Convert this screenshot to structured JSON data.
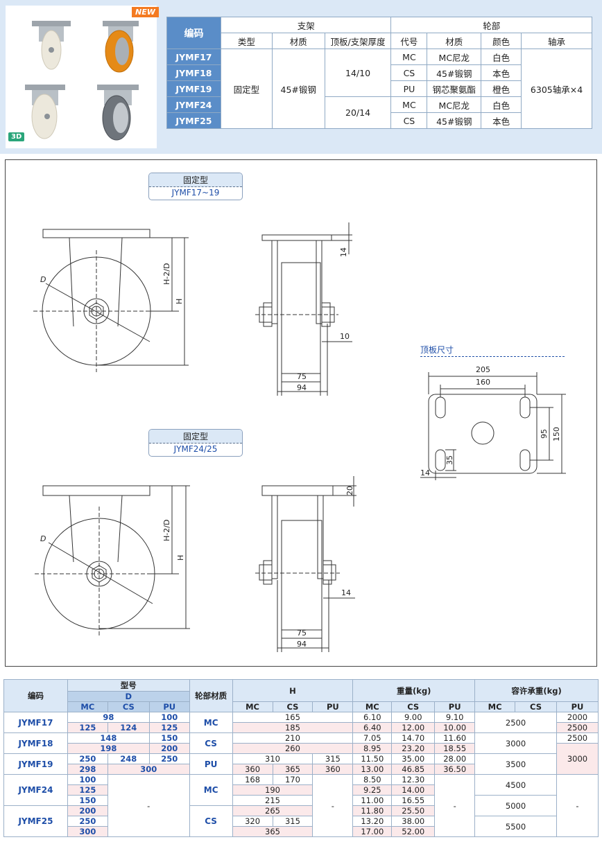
{
  "badges": {
    "new": "NEW",
    "three_d": "3D"
  },
  "spec": {
    "code_header": "编码",
    "bracket_header": "支架",
    "wheel_header": "轮部",
    "sub_headers": [
      "类型",
      "材质",
      "顶板/支架厚度",
      "代号",
      "材质",
      "颜色",
      "轴承"
    ],
    "codes": [
      "JYMF17",
      "JYMF18",
      "JYMF19",
      "JYMF24",
      "JYMF25"
    ],
    "type": "固定型",
    "material": "45#锻钢",
    "thickness_a": "14/10",
    "thickness_b": "20/14",
    "wheel_codes": [
      "MC",
      "CS",
      "PU",
      "MC",
      "CS"
    ],
    "wheel_materials": [
      "MC尼龙",
      "45#锻钢",
      "钢芯聚氨酯",
      "MC尼龙",
      "45#锻钢"
    ],
    "wheel_colors": [
      "白色",
      "本色",
      "橙色",
      "白色",
      "本色"
    ],
    "bearing": "6305轴承×4"
  },
  "drawing": {
    "tag1": {
      "title": "固定型",
      "sub": "JYMF17~19"
    },
    "tag2": {
      "title": "固定型",
      "sub": "JYMF24/25"
    },
    "plate_title": "顶板尺寸",
    "dims": {
      "d": "D",
      "h": "H",
      "h2d": "H-2/D",
      "d14": "14",
      "d10": "10",
      "d75": "75",
      "d94": "94",
      "d20": "20",
      "d14b": "14",
      "d75b": "75",
      "d94b": "94",
      "p205": "205",
      "p160": "160",
      "p95": "95",
      "p150": "150",
      "p35": "35",
      "p14": "14"
    }
  },
  "table": {
    "h_model": "型号",
    "h_code": "编码",
    "h_d": "D",
    "h_wheel": "轮部材质",
    "h_H": "H",
    "h_weight": "重量(kg)",
    "h_load": "容许承重(kg)",
    "sub": [
      "MC",
      "CS",
      "PU"
    ],
    "codes": [
      "JYMF17",
      "JYMF18",
      "JYMF19",
      "JYMF24",
      "JYMF25"
    ],
    "mats": [
      "MC",
      "CS",
      "PU",
      "MC",
      "CS"
    ],
    "dash": "-",
    "rows1": [
      {
        "d": [
          "98",
          "",
          "100"
        ],
        "dspan": "mc-cs"
      },
      {
        "d": [
          "125",
          "124",
          "125"
        ]
      },
      {
        "d": [
          "148",
          "",
          "150"
        ],
        "dspan": "mc-cs"
      },
      {
        "d": [
          "198",
          "",
          "200"
        ],
        "dspan": "mc-cs"
      },
      {
        "d": [
          "250",
          "248",
          "250"
        ]
      },
      {
        "d": [
          "298",
          "300",
          ""
        ],
        "dspan": "cs-pu"
      }
    ],
    "H1": [
      "165",
      "185",
      "210",
      "260",
      "310",
      "315",
      "360",
      "365",
      "360"
    ],
    "W1": [
      [
        "6.10",
        "9.00",
        "9.10"
      ],
      [
        "6.40",
        "12.00",
        "10.00"
      ],
      [
        "7.05",
        "14.70",
        "11.60"
      ],
      [
        "8.95",
        "23.20",
        "18.55"
      ],
      [
        "11.50",
        "35.00",
        "28.00"
      ],
      [
        "13.00",
        "46.85",
        "36.50"
      ]
    ],
    "L1": [
      "2500",
      "2000",
      "2500",
      "3000",
      "2500",
      "3500",
      "3000"
    ],
    "D2": [
      "100",
      "125",
      "150",
      "200",
      "250",
      "300"
    ],
    "H2": [
      "168",
      "170",
      "190",
      "215",
      "265",
      "320",
      "315",
      "365"
    ],
    "W2": [
      [
        "8.50",
        "12.30"
      ],
      [
        "9.25",
        "14.00"
      ],
      [
        "11.00",
        "16.55"
      ],
      [
        "11.80",
        "25.50"
      ],
      [
        "13.20",
        "38.00"
      ],
      [
        "17.00",
        "52.00"
      ]
    ],
    "L2": [
      "4500",
      "5000",
      "5500"
    ]
  }
}
